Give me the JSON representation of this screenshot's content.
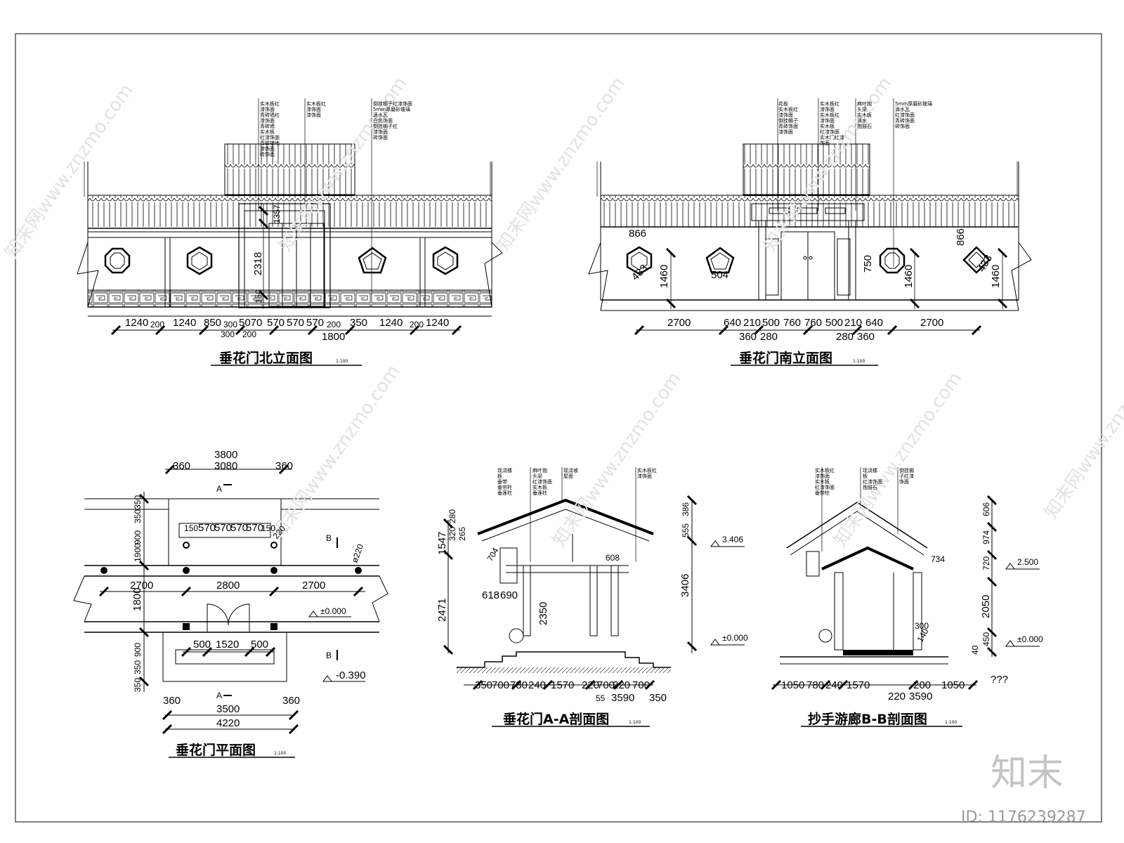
{
  "drawings": {
    "north_elevation": {
      "title": "垂花门北立面图",
      "scale": "1:100",
      "dims_bottom": [
        "1240",
        "200",
        "1240",
        "850",
        "300",
        "5070",
        "570",
        "570",
        "570",
        "200",
        "350",
        "1240",
        "200",
        "1240"
      ],
      "dims_sub": [
        "300",
        "200",
        "1800"
      ],
      "dims_vertical": [
        "2318",
        "150",
        "1357"
      ],
      "notes_left": [
        "实木板红",
        "漆饰面",
        "青砖墙红",
        "漆饰面",
        "青砖墙",
        "实木板",
        "红漆饰面",
        "青砖铺地",
        "漆饰面",
        "砖饰面"
      ],
      "notes_mid": [
        "实木板红",
        "漆饰面",
        "漆饰面"
      ],
      "notes_right": [
        "倒挂楣子红漆饰面",
        "5mm厚磨砂玻璃",
        "滴水瓦",
        "白色饰面",
        "倒挂楣子红",
        "漆饰面",
        "砖饰面"
      ]
    },
    "south_elevation": {
      "title": "垂花门南立面图",
      "scale": "1:100",
      "dims_bottom": [
        "2700",
        "640",
        "210",
        "500",
        "760",
        "760",
        "500",
        "210",
        "640",
        "2700"
      ],
      "dims_sub": [
        "360",
        "280",
        "280",
        "360"
      ],
      "dims_vertical": [
        "1460",
        "750",
        "1460",
        "1460"
      ],
      "dims_misc": [
        "866",
        "433",
        "504",
        "866",
        "433"
      ],
      "notes_left": [
        "花板",
        "实木板红",
        "漆饰面",
        "倒挂楣子",
        "青砖饰面",
        "漆饰面"
      ],
      "notes_mid": [
        "实木板红",
        "漆饰面",
        "实木板红",
        "漆饰面",
        "实木板",
        "红漆饰面",
        "实木门红漆",
        "饰面"
      ],
      "notes_right1": [
        "麻叶抱",
        "头梁",
        "实木板",
        "滴水",
        "抱鼓石"
      ],
      "notes_right2": [
        "5mm厚磨砂玻璃",
        "滴水瓦",
        "红漆饰面",
        "青砖饰面",
        "砖饰面"
      ]
    },
    "plan": {
      "title": "垂花门平面图",
      "scale": "1:100",
      "dims_top": [
        "3800",
        "3080"
      ],
      "dims_top_side": [
        "360",
        "360"
      ],
      "dims_row1": [
        "150",
        "570",
        "570",
        "570",
        "570",
        "150"
      ],
      "dims_mid": [
        "2700",
        "2800",
        "2700"
      ],
      "dims_door": [
        "500",
        "1520",
        "500"
      ],
      "dims_bottom": [
        "3500",
        "4220"
      ],
      "dims_bottom_side": [
        "360",
        "360"
      ],
      "dims_left": [
        "350",
        "350",
        "1900",
        "900",
        "1800",
        "900",
        "350",
        "350"
      ],
      "misc": [
        "220",
        "ø220"
      ],
      "levels": [
        "±0.000",
        "-0.390"
      ],
      "section_marks": [
        "A",
        "A",
        "B",
        "B"
      ]
    },
    "section_aa": {
      "title": "垂花门A-A剖面图",
      "scale": "1:100",
      "dims_bottom": [
        "350",
        "700",
        "780",
        "240",
        "1570",
        "220",
        "700",
        "220",
        "700",
        "350"
      ],
      "dims_bottom_sub": [
        "55",
        "3590"
      ],
      "dims_left": [
        "2471",
        "1547",
        "320",
        "280",
        "265"
      ],
      "dims_right": [
        "3406",
        "555",
        "386"
      ],
      "dims_misc": [
        "704",
        "618",
        "690",
        "2350",
        "608"
      ],
      "levels": [
        "3.406",
        "±0.000"
      ],
      "notes_left": [
        "现浇楼",
        "板",
        "垂带",
        "垂帘柱",
        "垂莲柱"
      ],
      "notes_mid": [
        "麻叶抱",
        "头梁",
        "红漆饰面",
        "实木板",
        "垂莲柱"
      ],
      "notes_mid2": [
        "现浇坡",
        "屋面"
      ],
      "notes_right": [
        "实木板红",
        "漆饰面"
      ]
    },
    "section_bb": {
      "title": "抄手游廊B-B剖面图",
      "scale": "1:100",
      "dims_bottom": [
        "1050",
        "780",
        "240",
        "1570",
        "200",
        "1050"
      ],
      "dims_bottom_sub": [
        "220",
        "3590"
      ],
      "dims_right": [
        "606",
        "974",
        "720",
        "2050",
        "450",
        "40"
      ],
      "dims_misc": [
        "734",
        "300",
        "140"
      ],
      "levels": [
        "2.500",
        "±0.000"
      ],
      "question": "???",
      "notes_left": [
        "实木板红",
        "漆饰面",
        "实木板",
        "红漆饰面",
        "垂带柱"
      ],
      "notes_mid": [
        "现浇楼",
        "板",
        "红漆饰面",
        "抱鼓石"
      ],
      "notes_right": [
        "倒挂楣",
        "子红漆",
        "饰面"
      ]
    }
  },
  "watermark": {
    "text": "知末网www.znzmo.com",
    "brand": "知末",
    "id": "ID: 1176239287"
  }
}
